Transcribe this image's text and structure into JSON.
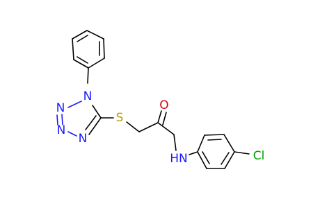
{
  "molecule": {
    "atom_labels": {
      "n1": "N",
      "n2": "N",
      "n3": "N",
      "n4": "N",
      "s": "S",
      "o": "O",
      "nh": "HN",
      "cl": "Cl"
    }
  },
  "colors": {
    "nitrogen": "#1a1aff",
    "sulfur": "#b8a000",
    "oxygen": "#e00000",
    "chlorine": "#00a000",
    "carbon": "#000000"
  }
}
